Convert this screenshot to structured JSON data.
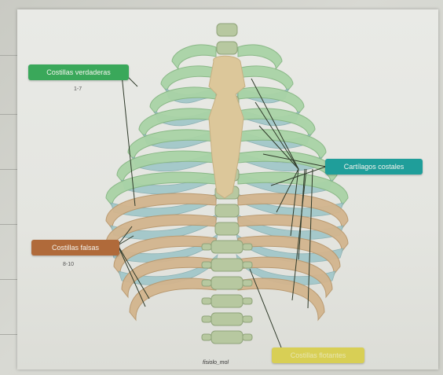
{
  "labels": {
    "true_ribs": {
      "text": "Costillas verdaderas",
      "range": "1-7",
      "color": "#3aa85a"
    },
    "false_ribs": {
      "text": "Costillas falsas",
      "range": "8-10",
      "color": "#b06a3a"
    },
    "costal_cartilages": {
      "text": "Cartílagos costales",
      "color": "#1f9e9a"
    },
    "floating_ribs": {
      "text": "Costillas flotantes",
      "color": "#d8cf55"
    }
  },
  "credit": "fisiolo_mol",
  "colors": {
    "true_rib": "#a9d3a6",
    "false_rib": "#d3b58e",
    "cartilage": "#9fc6c8",
    "bone": "#dcc79a",
    "vertebra": "#b7c8a0"
  }
}
